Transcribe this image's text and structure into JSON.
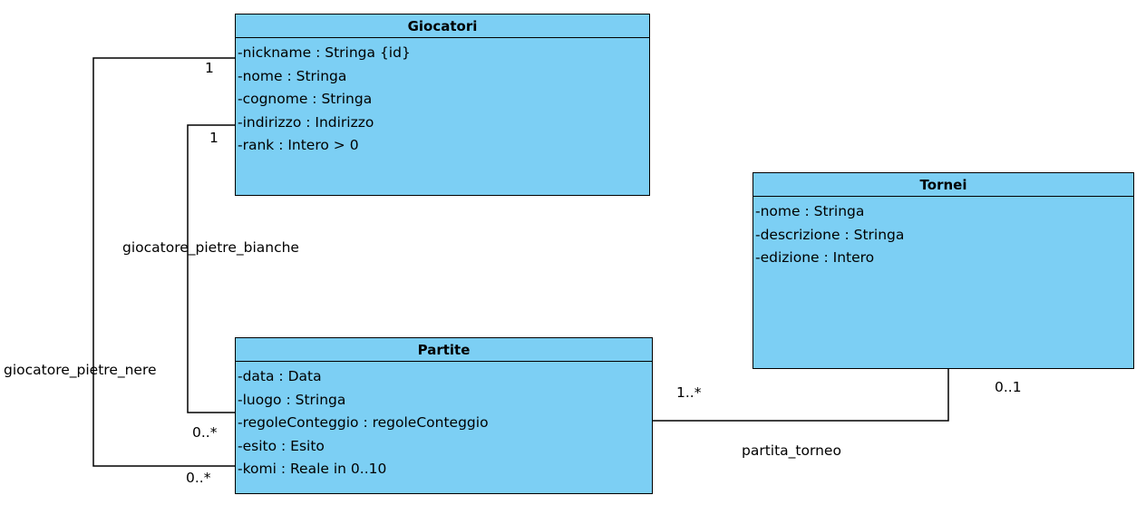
{
  "classes": {
    "giocatori": {
      "name": "Giocatori",
      "attributes": [
        "-nickname : Stringa {id}",
        "-nome : Stringa",
        "-cognome : Stringa",
        "-indirizzo : Indirizzo",
        "-rank : Intero > 0"
      ]
    },
    "partite": {
      "name": "Partite",
      "attributes": [
        "-data : Data",
        "-luogo : Stringa",
        "-regoleConteggio : regoleConteggio",
        "-esito : Esito",
        "-komi : Reale in 0..10"
      ]
    },
    "tornei": {
      "name": "Tornei",
      "attributes": [
        "-nome : Stringa",
        "-descrizione : Stringa",
        "-edizione : Intero"
      ]
    }
  },
  "associations": {
    "pietre_nere": {
      "name": "giocatore_pietre_nere",
      "mult_giocatori": "1",
      "mult_partite": "0..*"
    },
    "pietre_bianche": {
      "name": "giocatore_pietre_bianche",
      "mult_giocatori": "1",
      "mult_partite": "0..*"
    },
    "partita_torneo": {
      "name": "partita_torneo",
      "mult_partite": "1..*",
      "mult_tornei": "0..1"
    }
  }
}
